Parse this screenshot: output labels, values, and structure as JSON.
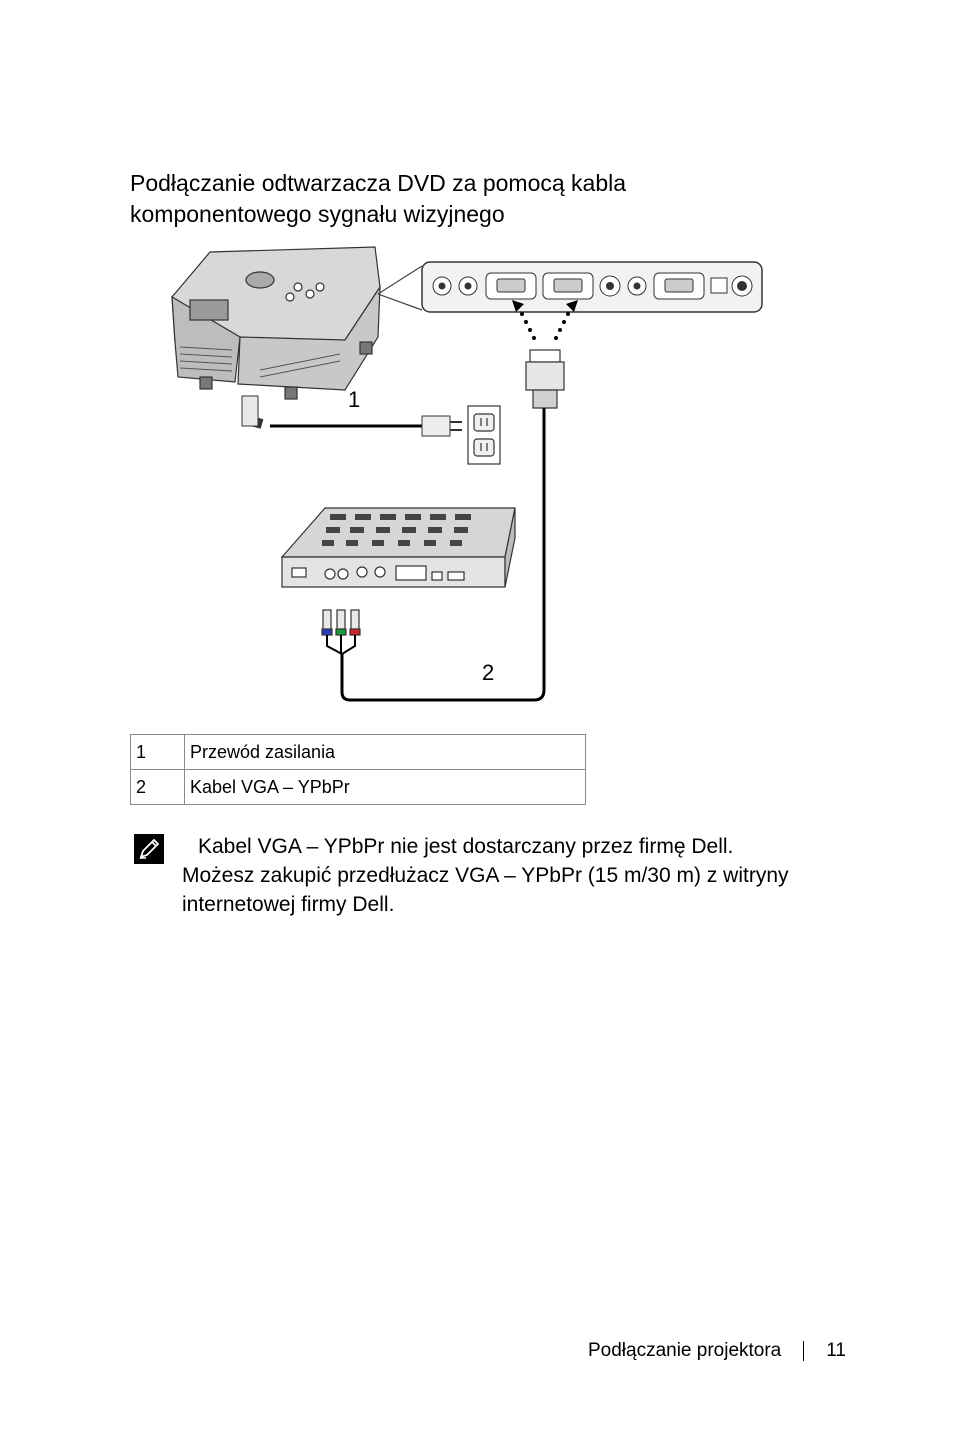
{
  "section": {
    "title_line1": "Podłączanie odtwarzacza DVD za pomocą kabla",
    "title_line2": "komponentowego sygnału wizyjnego"
  },
  "figure": {
    "callout_1": "1",
    "callout_2": "2"
  },
  "legend": [
    {
      "num": "1",
      "label": "Przewód zasilania"
    },
    {
      "num": "2",
      "label": "Kabel VGA – YPbPr"
    }
  ],
  "note": {
    "icon": "pencil-note-icon",
    "line1": "Kabel VGA – YPbPr nie jest dostarczany przez firmę Dell.",
    "line2": "Możesz zakupić przedłużacz VGA – YPbPr (15 m/30 m) z witryny",
    "line3": "internetowej firmy Dell."
  },
  "footer": {
    "chapter": "Podłączanie projektora",
    "page": "11"
  }
}
